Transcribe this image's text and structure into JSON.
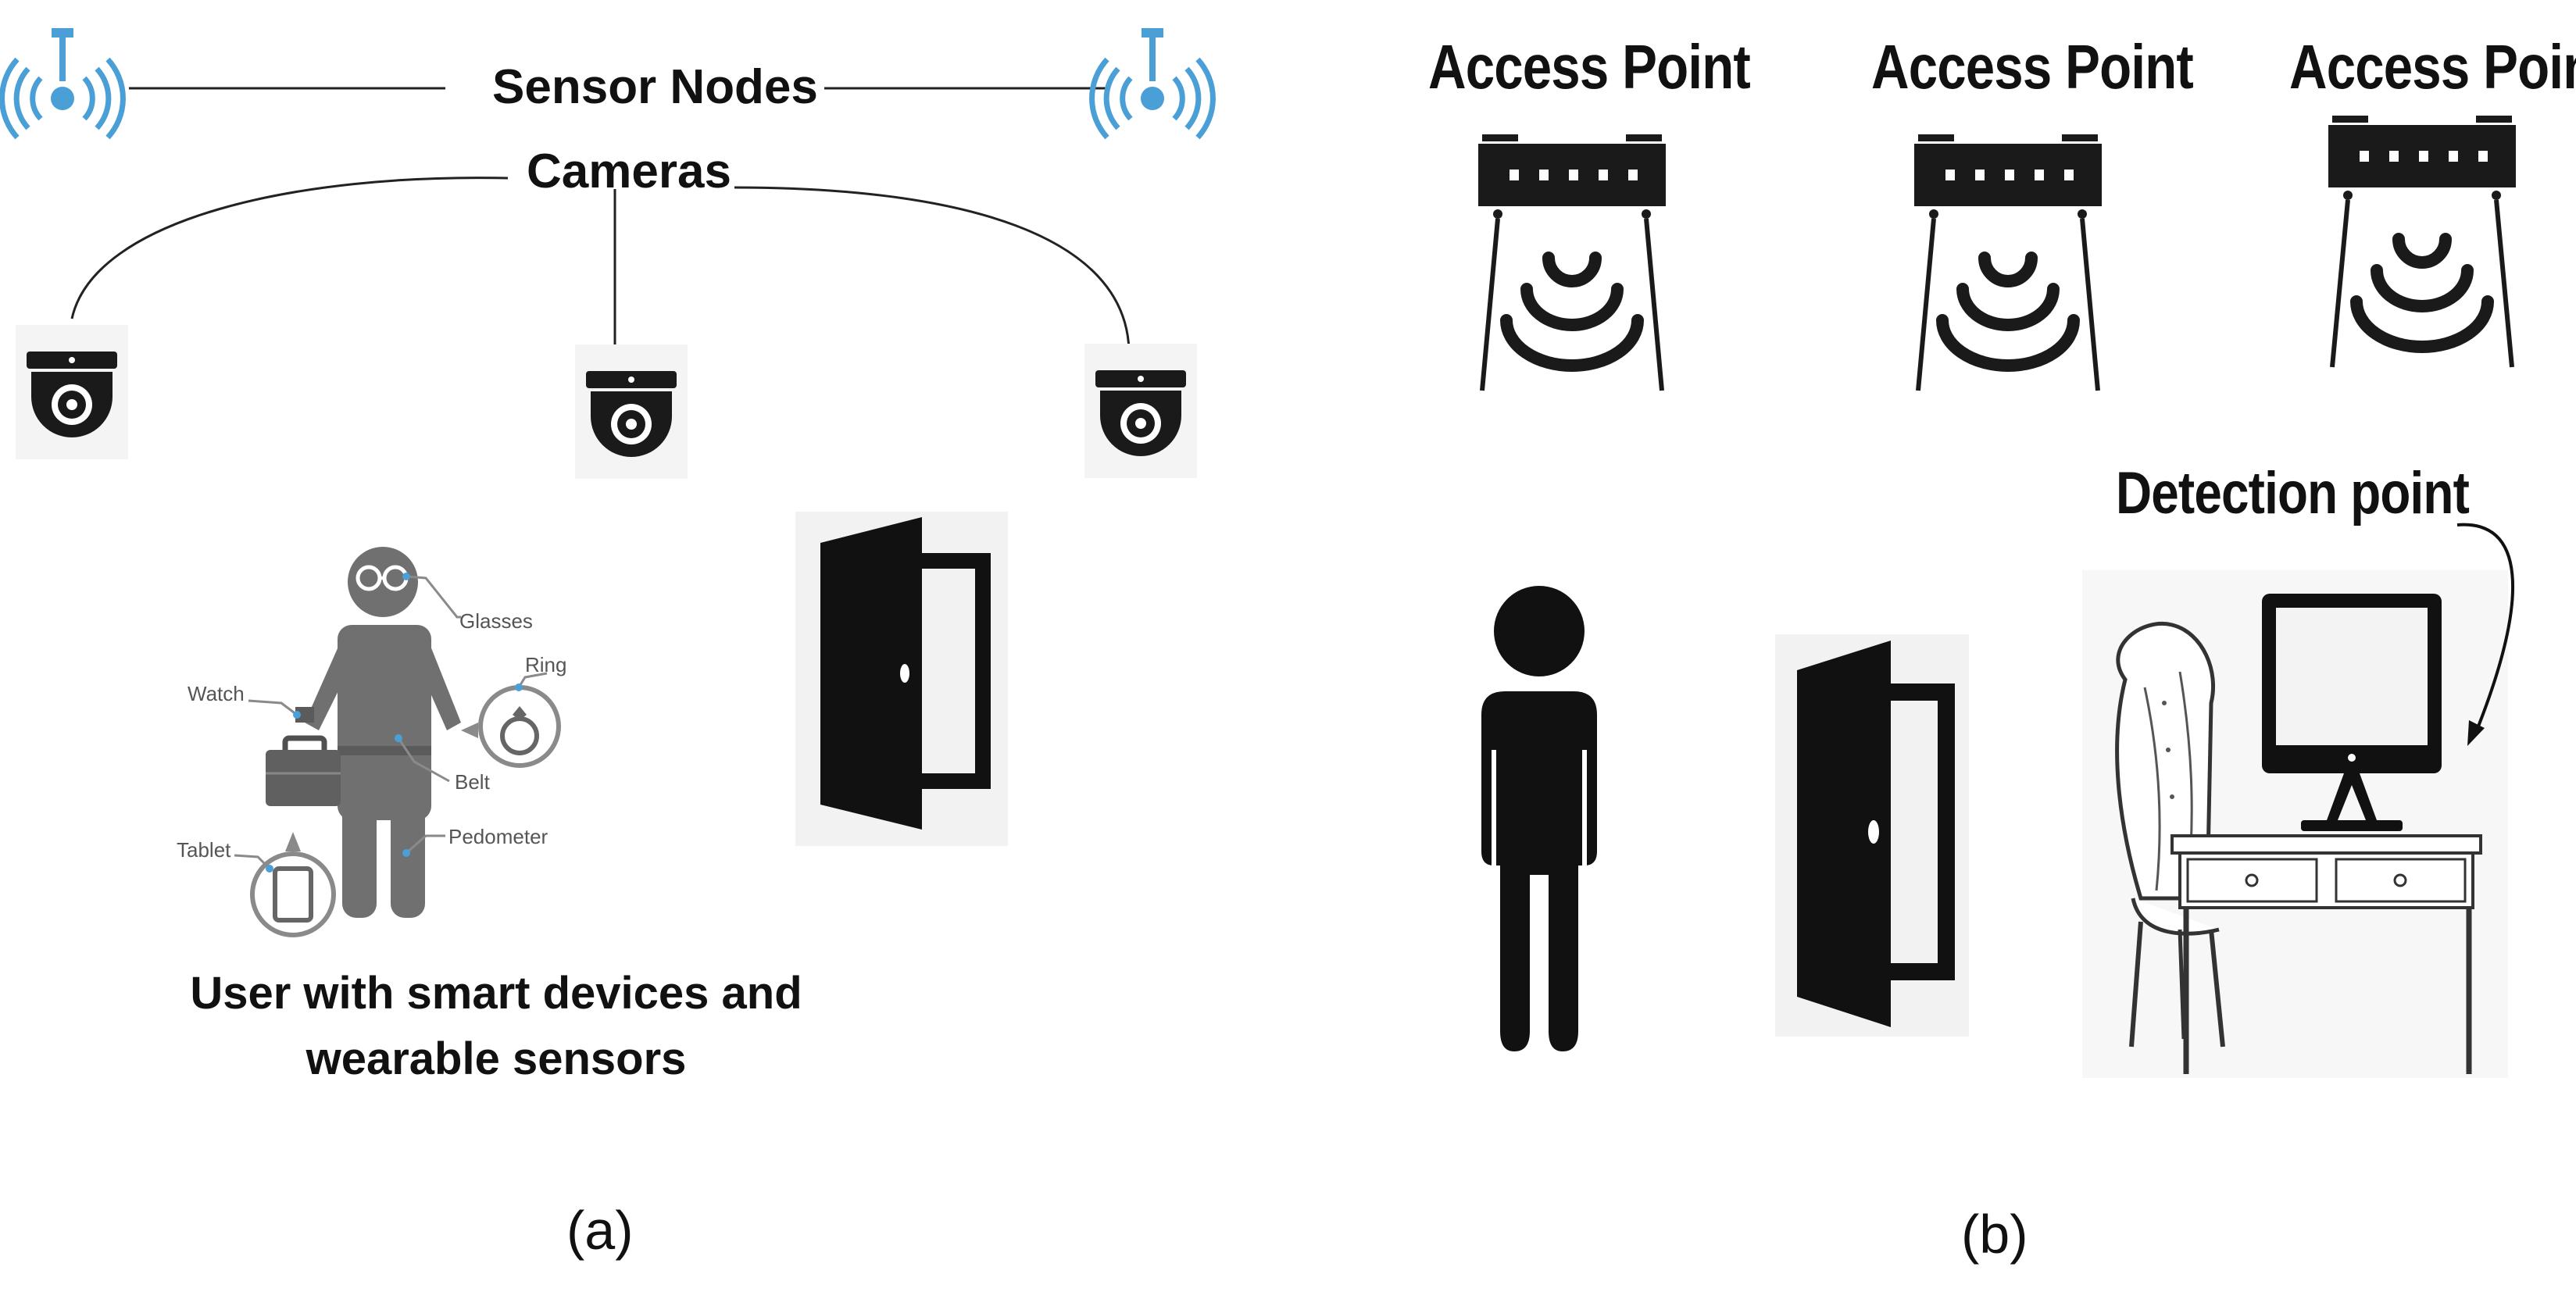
{
  "panel_a": {
    "sensor_nodes_label": "Sensor Nodes",
    "cameras_label": "Cameras",
    "wearables": {
      "glasses": "Glasses",
      "watch": "Watch",
      "ring": "Ring",
      "belt": "Belt",
      "tablet": "Tablet",
      "pedometer": "Pedometer"
    },
    "user_caption_line1": "User with smart devices and",
    "user_caption_line2": "wearable sensors",
    "caption": "(a)"
  },
  "panel_b": {
    "access_points": [
      "Access Point",
      "Access Point",
      "Access Point"
    ],
    "detection_point_label": "Detection point",
    "caption": "(b)"
  },
  "colors": {
    "sensor_blue": "#4a9fd6",
    "icon_black": "#111111",
    "person_gray": "#707070"
  }
}
